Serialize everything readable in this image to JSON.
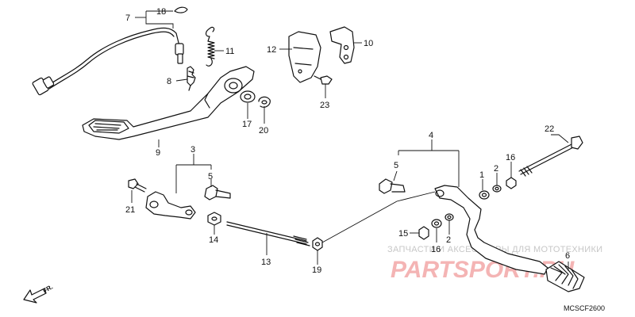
{
  "parts": [
    {
      "id": "p18",
      "label": "18"
    },
    {
      "id": "p7",
      "label": "7"
    },
    {
      "id": "p11",
      "label": "11"
    },
    {
      "id": "p8",
      "label": "8"
    },
    {
      "id": "p12",
      "label": "12"
    },
    {
      "id": "p10",
      "label": "10"
    },
    {
      "id": "p23",
      "label": "23"
    },
    {
      "id": "p17",
      "label": "17"
    },
    {
      "id": "p20",
      "label": "20"
    },
    {
      "id": "p9",
      "label": "9"
    },
    {
      "id": "p3",
      "label": "3"
    },
    {
      "id": "p5a",
      "label": "5"
    },
    {
      "id": "p21",
      "label": "21"
    },
    {
      "id": "p14",
      "label": "14"
    },
    {
      "id": "p13",
      "label": "13"
    },
    {
      "id": "p19",
      "label": "19"
    },
    {
      "id": "p4",
      "label": "4"
    },
    {
      "id": "p5b",
      "label": "5"
    },
    {
      "id": "p22",
      "label": "22"
    },
    {
      "id": "p16a",
      "label": "16"
    },
    {
      "id": "p1",
      "label": "1"
    },
    {
      "id": "p2a",
      "label": "2"
    },
    {
      "id": "p15",
      "label": "15"
    },
    {
      "id": "p16b",
      "label": "16"
    },
    {
      "id": "p2b",
      "label": "2"
    },
    {
      "id": "p6",
      "label": "6"
    }
  ],
  "direction_label": "FR.",
  "diagram_code": "MCSCF2600",
  "watermark_text": "ЗАПЧАСТИ И АКСЕССУАРЫ ДЛЯ МОТОТЕХНИКИ",
  "watermark_logo": "PARTSPORT.RU"
}
